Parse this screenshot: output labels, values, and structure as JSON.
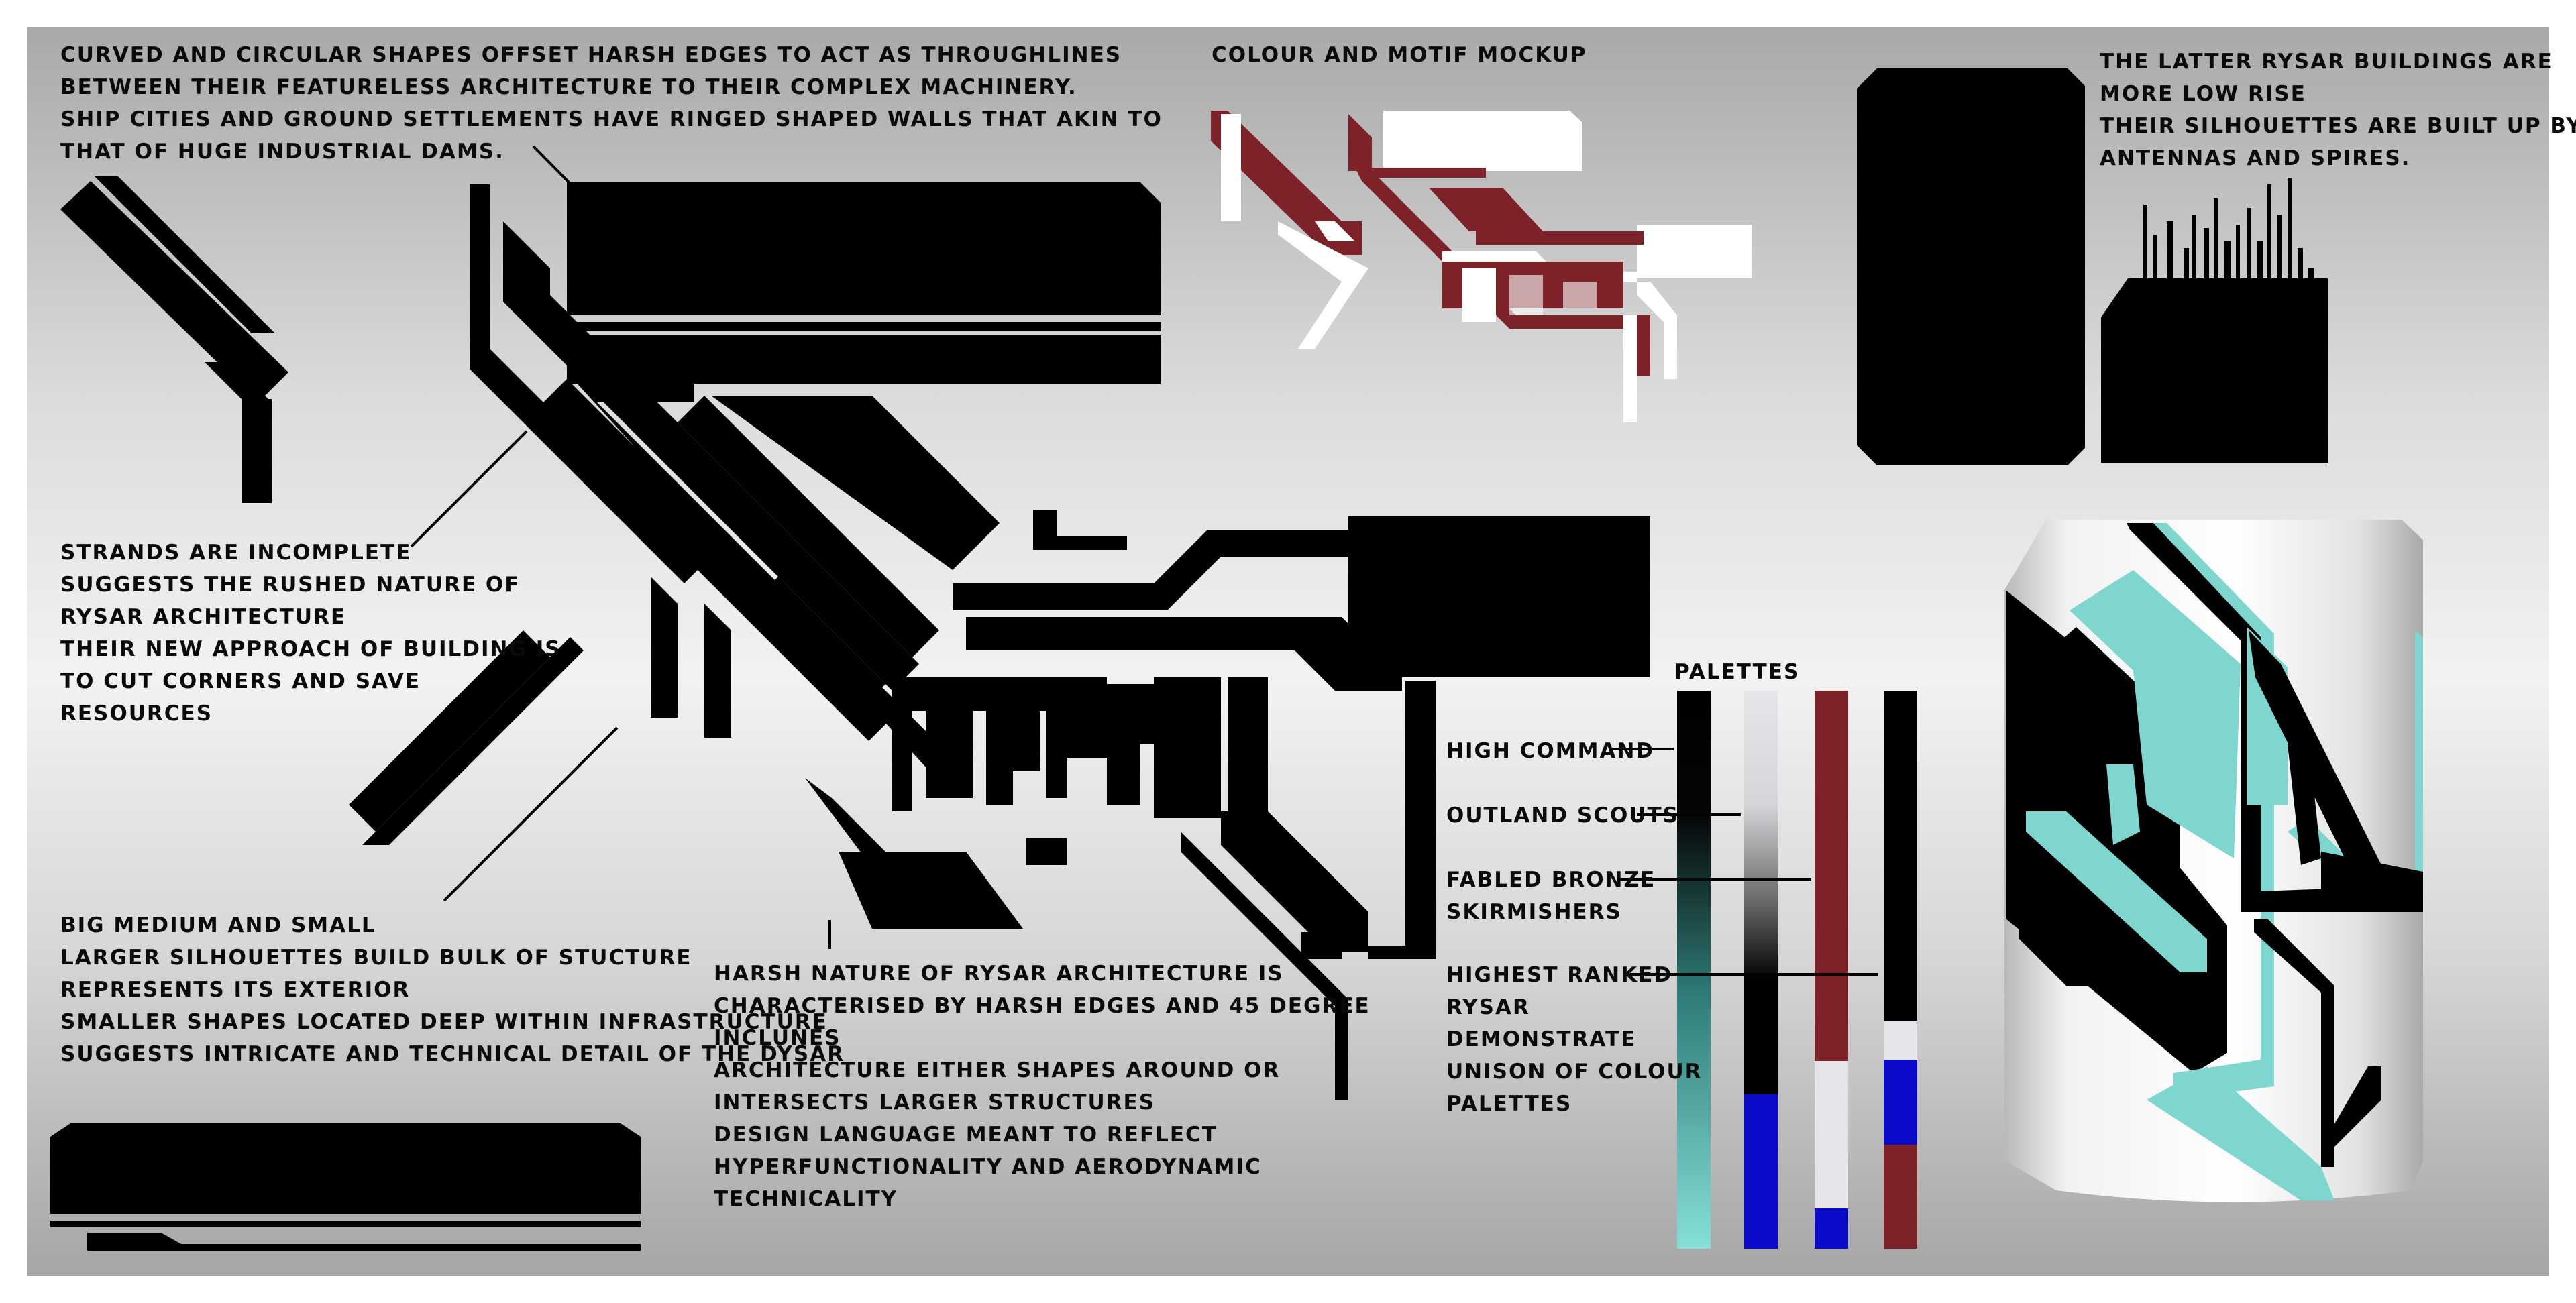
{
  "notes": {
    "curved": [
      "CURVED AND CIRCULAR SHAPES OFFSET HARSH EDGES TO ACT AS THROUGHLINES",
      "BETWEEN THEIR FEATURELESS ARCHITECTURE TO THEIR COMPLEX MACHINERY.",
      "SHIP CITIES AND GROUND SETTLEMENTS HAVE RINGED SHAPED WALLS THAT AKIN TO",
      "THAT OF HUGE INDUSTRIAL DAMS."
    ],
    "colour_motif": "COLOUR AND MOTIF MOCKUP",
    "latter": [
      "THE LATTER RYSAR BUILDINGS ARE",
      "MORE LOW RISE",
      "THEIR SILHOUETTES ARE BUILT UP BY",
      "ANTENNAS AND SPIRES."
    ],
    "strands": [
      "STRANDS ARE INCOMPLETE",
      "SUGGESTS THE RUSHED NATURE OF",
      "RYSAR ARCHITECTURE",
      "THEIR NEW APPROACH OF BUILDING IS",
      "TO CUT CORNERS AND SAVE",
      "RESOURCES"
    ],
    "big_medium_small": [
      "BIG MEDIUM AND SMALL",
      "LARGER SILHOUETTES BUILD BULK OF STUCTURE",
      "REPRESENTS ITS EXTERIOR",
      "SMALLER SHAPES LOCATED DEEP WITHIN INFRASTRUCTURE",
      "SUGGESTS INTRICATE AND TECHNICAL DETAIL OF THE DYSAR"
    ],
    "harsh": [
      "HARSH NATURE OF RYSAR ARCHITECTURE IS",
      "CHARACTERISED BY HARSH EDGES AND 45 DEGREE",
      "INCLUNES",
      "ARCHITECTURE EITHER SHAPES AROUND OR",
      "INTERSECTS LARGER STRUCTURES",
      "DESIGN LANGUAGE MEANT TO REFLECT",
      "HYPERFUNCTIONALITY AND AERODYNAMIC",
      "TECHNICALITY"
    ]
  },
  "palettes": {
    "heading": "PALETTES",
    "items": [
      [
        "HIGH COMMAND"
      ],
      [
        "OUTLAND SCOUTS"
      ],
      [
        "FABLED BRONZE",
        "SKIRMISHERS"
      ],
      [
        "HIGHEST RANKED",
        "RYSAR",
        "DEMONSTRATE",
        "UNISON OF COLOUR",
        "PALETTES"
      ]
    ]
  },
  "colors": {
    "ink": "#000000",
    "teal": "#7fd6cf",
    "crimson": "#7c2228",
    "blue": "#0a0ac8",
    "pale_grey": "#e6e6ea",
    "paper": "#f2f2f2"
  }
}
